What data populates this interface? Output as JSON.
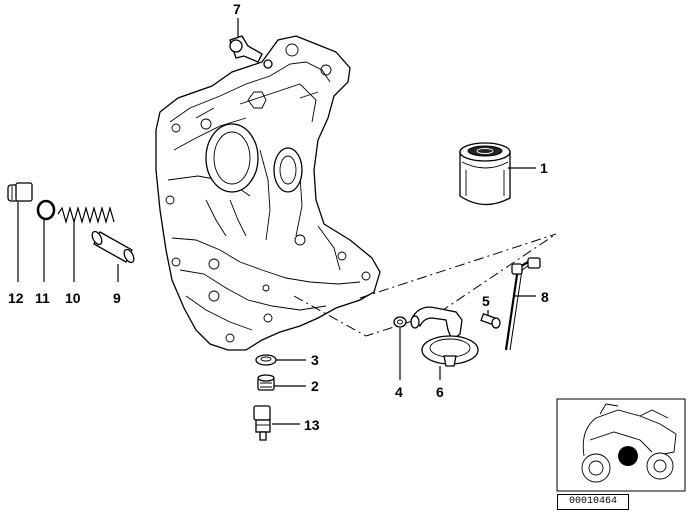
{
  "diagram": {
    "callouts": {
      "c1": "1",
      "c2": "2",
      "c3": "3",
      "c4": "4",
      "c5": "5",
      "c6": "6",
      "c7": "7",
      "c8": "8",
      "c9": "9",
      "c10": "10",
      "c11": "11",
      "c12": "12",
      "c13": "13"
    },
    "reference_number": "00010464",
    "colors": {
      "ink": "#000000",
      "background": "#ffffff",
      "thumbnail_spot": "#000000"
    }
  }
}
